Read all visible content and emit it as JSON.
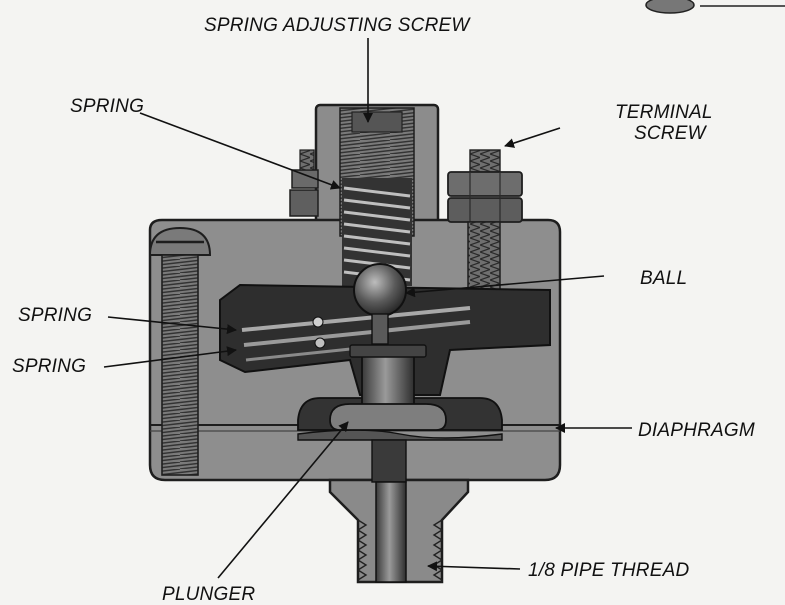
{
  "labels": {
    "spring_adjusting_screw": "SPRING ADJUSTING SCREW",
    "spring_top": "SPRING",
    "terminal_screw_line1": "TERMINAL",
    "terminal_screw_line2": "SCREW",
    "ball": "BALL",
    "spring_left_upper": "SPRING",
    "spring_left_lower": "SPRING",
    "diaphragm": "DIAPHRAGM",
    "pipe_thread": "1/8 PIPE THREAD",
    "plunger": "PLUNGER"
  }
}
